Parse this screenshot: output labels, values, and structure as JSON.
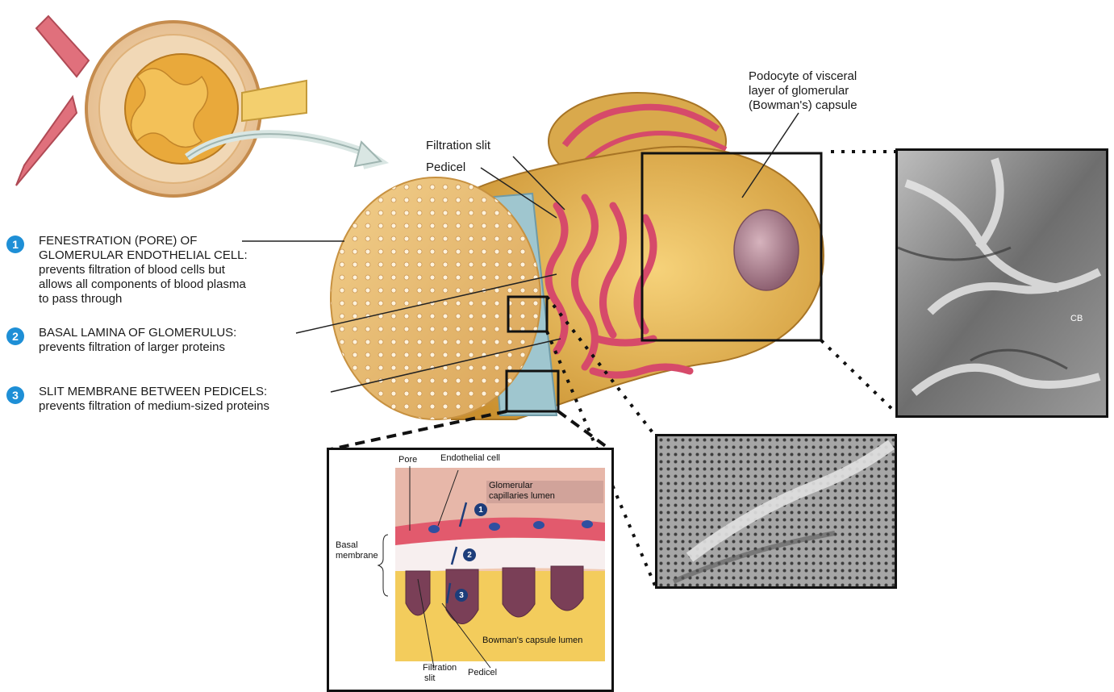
{
  "legend": [
    {
      "number": "1",
      "title": "FENESTRATION (PORE) OF GLOMERULAR ENDOTHELIAL CELL:",
      "title_line1": "FENESTRATION (PORE) OF",
      "title_line2": "GLOMERULAR ENDOTHELIAL CELL:",
      "desc_line1": "prevents filtration of  blood cells but",
      "desc_line2": "allows all components of blood plasma",
      "desc_line3": "to pass through"
    },
    {
      "number": "2",
      "title": "BASAL LAMINA OF GLOMERULUS:",
      "desc_line1": "prevents filtration of larger proteins"
    },
    {
      "number": "3",
      "title": "SLIT MEMBRANE BETWEEN PEDICELS:",
      "desc_line1": "prevents filtration of medium-sized proteins"
    }
  ],
  "main_labels": {
    "podocyte_line1": "Podocyte of visceral",
    "podocyte_line2": "layer of glomerular",
    "podocyte_line3": "(Bowman's) capsule",
    "filtration_slit": "Filtration slit",
    "pedicel": "Pedicel"
  },
  "sem_upper": {
    "label": "CB"
  },
  "inset": {
    "pore": "Pore",
    "endothelial_cell": "Endothelial cell",
    "glomerular_lumen_line1": "Glomerular",
    "glomerular_lumen_line2": "capillaries lumen",
    "basal_line1": "Basal",
    "basal_line2": "membrane",
    "bowman_lumen": "Bowman's capsule lumen",
    "filtration_line1": "Filtration",
    "filtration_line2": "slit",
    "pedicel": "Pedicel",
    "steps": [
      "1",
      "2",
      "3"
    ]
  },
  "colors": {
    "badge": "#1e8fd6",
    "step_badge": "#1d3d7a",
    "podocyte": "#e9b44c",
    "capillary": "#d64a6a",
    "nucleus": "#a8788a"
  }
}
